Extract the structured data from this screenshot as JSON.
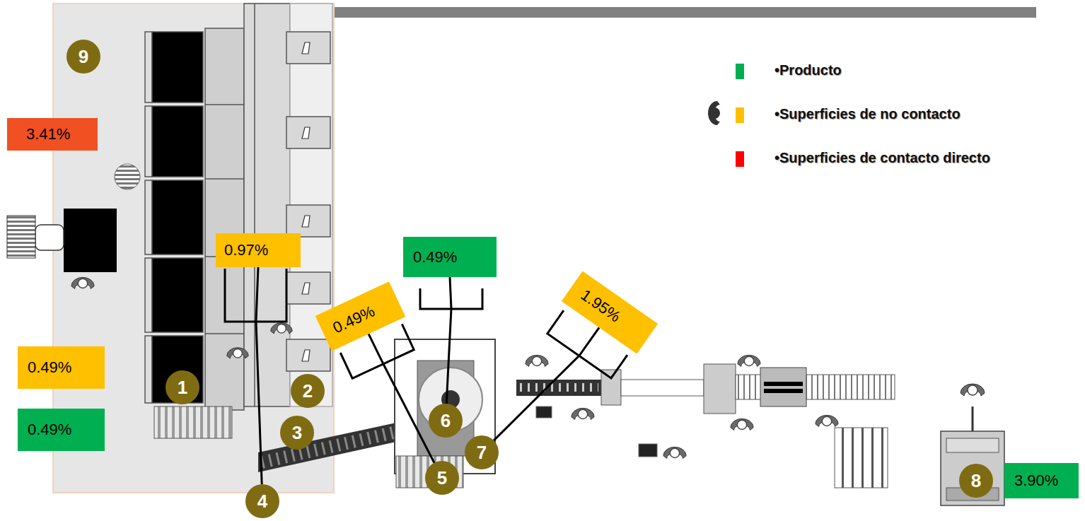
{
  "diagram": {
    "nodes": [
      {
        "text": [
          "9"
        ]
      },
      {
        "text": [
          "3.41%"
        ]
      },
      {
        "text": [
          "0.97%"
        ]
      },
      {
        "text": [
          "0.49%"
        ]
      },
      {
        "text": [
          "1.95%"
        ]
      },
      {
        "text": [
          "0.49%"
        ]
      },
      {
        "text": [
          "0.49%"
        ]
      },
      {
        "text": [
          "1"
        ]
      },
      {
        "text": [
          "2"
        ]
      },
      {
        "text": [
          "0.49%"
        ]
      },
      {
        "text": [
          "3"
        ]
      },
      {
        "text": [
          "6"
        ]
      },
      {
        "text": [
          "7"
        ]
      },
      {
        "text": [
          "5"
        ]
      },
      {
        "text": [
          "8"
        ]
      },
      {
        "text": [
          "3.90%"
        ]
      },
      {
        "text": [
          "4"
        ]
      }
    ],
    "edges": [
      {
        "from": 2,
        "to": 16,
        "arrow": "none"
      },
      {
        "from": 5,
        "to": 13,
        "arrow": "none"
      },
      {
        "from": 3,
        "to": 11,
        "arrow": "none"
      },
      {
        "from": 4,
        "to": 12,
        "arrow": "none"
      }
    ],
    "legend": [
      {
        "text": "•Producto",
        "color": "#00b050"
      },
      {
        "text": "•Superficies de no contacto",
        "color": "#ffc000"
      },
      {
        "text": "•Superficies de contacto directo",
        "color": "#ff0000"
      }
    ]
  }
}
